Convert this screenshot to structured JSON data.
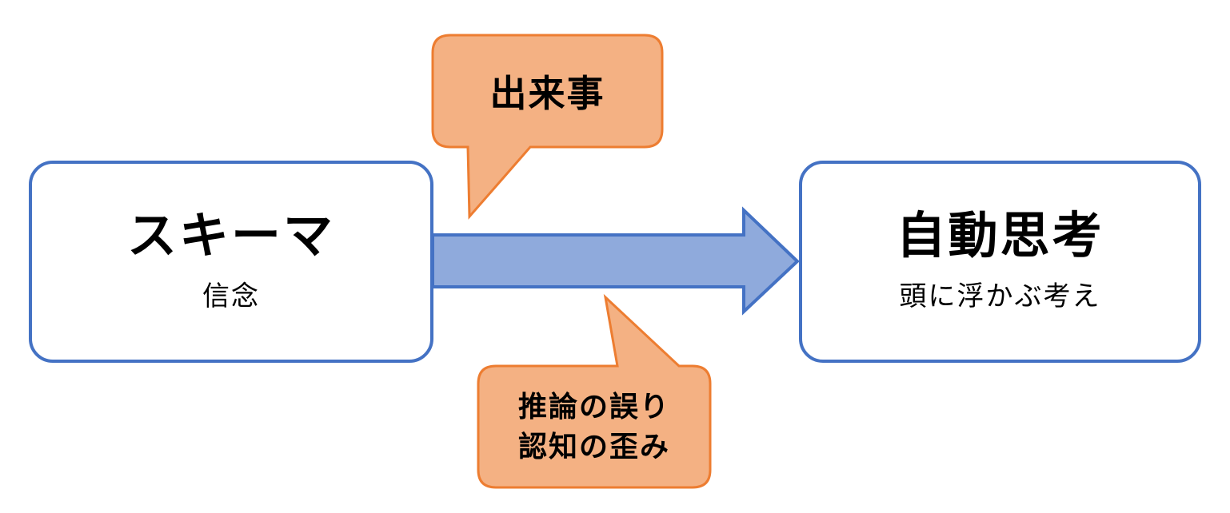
{
  "diagram": {
    "schema_box": {
      "title": "スキーマ",
      "subtitle": "信念"
    },
    "auto_thought_box": {
      "title": "自動思考",
      "subtitle": "頭に浮かぶ考え"
    },
    "event_callout": {
      "label": "出来事"
    },
    "distortion_callout": {
      "lines": [
        "推論の誤り",
        "認知の歪み"
      ]
    },
    "colors": {
      "box_border": "#4472C4",
      "box_fill": "#FFFFFF",
      "arrow_fill": "#8FAADC",
      "arrow_border": "#4472C4",
      "callout_fill": "#F4B183",
      "callout_border": "#ED7D31",
      "text": "#000000",
      "background": "#FFFFFF"
    }
  }
}
